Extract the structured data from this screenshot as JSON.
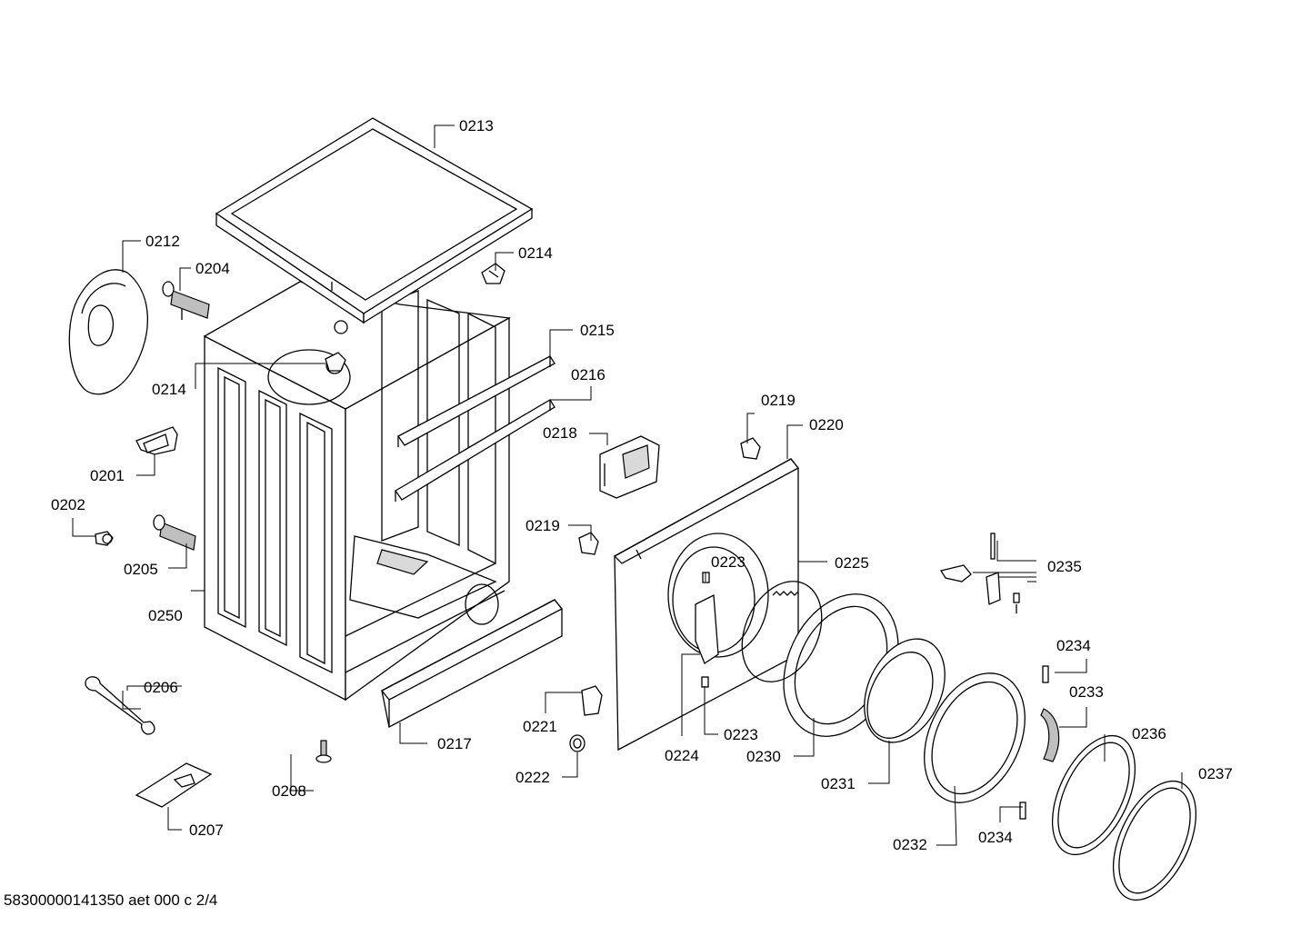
{
  "labels": {
    "l0213": "0213",
    "l0212": "0212",
    "l0204": "0204",
    "l0214a": "0214",
    "l0214b": "0214",
    "l0215": "0215",
    "l0216": "0216",
    "l0218": "0218",
    "l0219a": "0219",
    "l0219b": "0219",
    "l0220": "0220",
    "l0201": "0201",
    "l0202": "0202",
    "l0205": "0205",
    "l0250": "0250",
    "l0223a": "0223",
    "l0223b": "0223",
    "l0225": "0225",
    "l0235": "0235",
    "l0234a": "0234",
    "l0234b": "0234",
    "l0233": "0233",
    "l0236": "0236",
    "l0237": "0237",
    "l0206": "0206",
    "l0217": "0217",
    "l0221": "0221",
    "l0222": "0222",
    "l0224": "0224",
    "l0230": "0230",
    "l0231": "0231",
    "l0232": "0232",
    "l0208": "0208",
    "l0207": "0207"
  },
  "footer": "58300000141350 aet 000 c 2/4"
}
